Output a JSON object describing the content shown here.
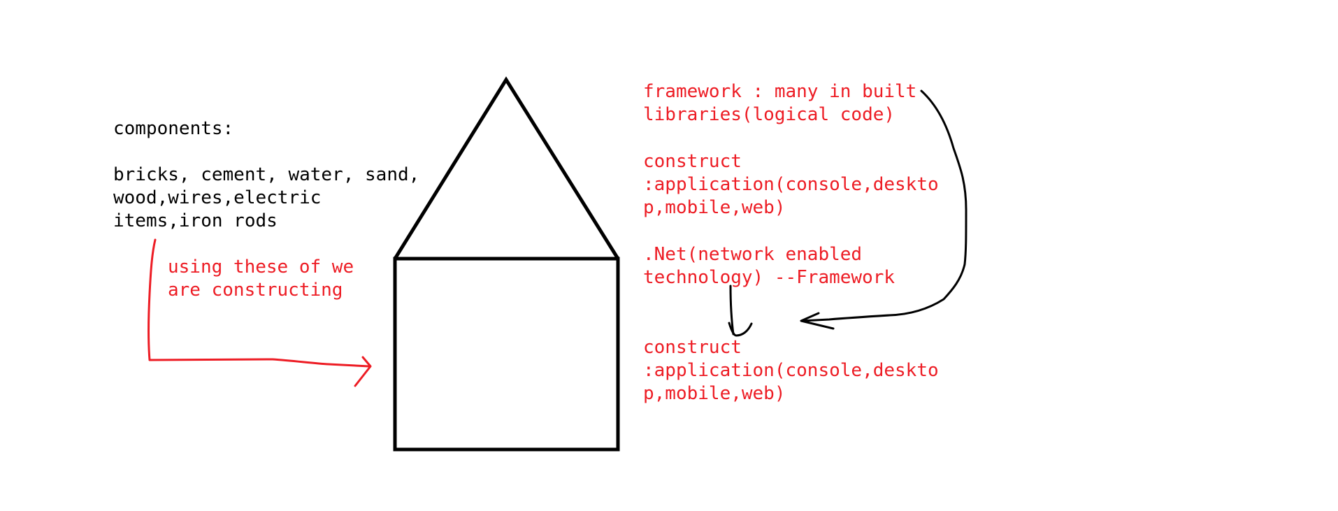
{
  "colors": {
    "ink": "#000000",
    "accent_red": "#ed1c24",
    "background": "#ffffff"
  },
  "left_notes": {
    "heading": "components:",
    "items_line1": "bricks, cement, water, sand,",
    "items_line2": "wood,wires,electric",
    "items_line3": "items,iron rods"
  },
  "arrow_note": {
    "line1": "using these of we",
    "line2": "are constructing"
  },
  "right_notes": {
    "framework_line1": "framework : many in built",
    "framework_line2": "libraries(logical code)",
    "construct1_line1": "construct",
    "construct1_line2": ":application(console,deskto",
    "construct1_line3": "p,mobile,web)",
    "dotnet_line1": ".Net(network enabled",
    "dotnet_line2": "technology) --Framework",
    "construct2_line1": "construct",
    "construct2_line2": ":application(console,deskto",
    "construct2_line3": "p,mobile,web)"
  },
  "shapes": {
    "house": "house-outline",
    "arrows": [
      "red-arrow-to-house",
      "black-arrow-down",
      "black-curved-arrow"
    ]
  }
}
